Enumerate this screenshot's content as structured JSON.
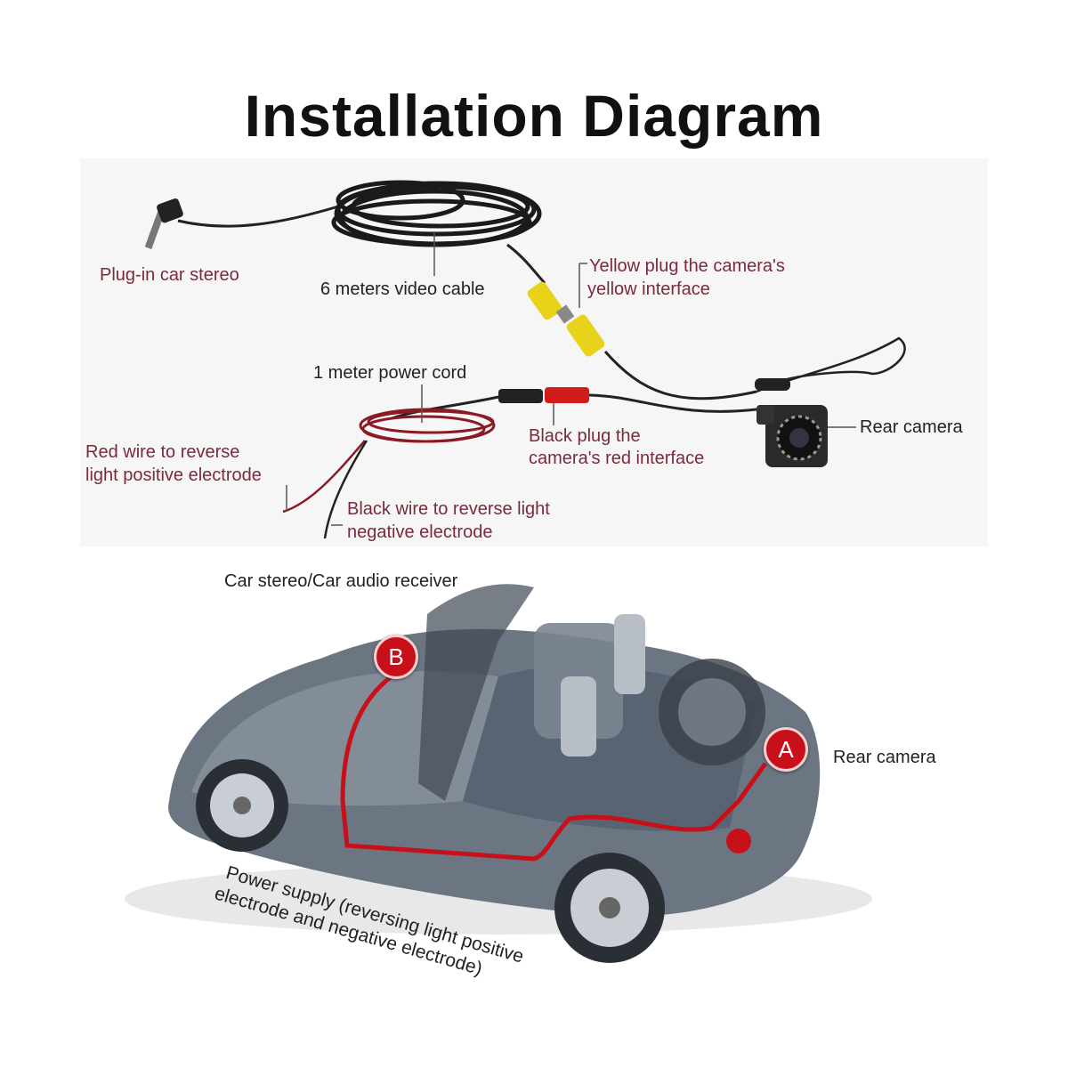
{
  "title": "Installation Diagram",
  "kit_panel": {
    "labels": {
      "plug_in_car_stereo": "Plug-in car stereo",
      "video_cable": "6 meters video cable",
      "yellow_plug_line1": "Yellow plug the camera's",
      "yellow_plug_line2": "yellow interface",
      "power_cord": "1 meter power cord",
      "black_plug_line1": "Black plug the",
      "black_plug_line2": "camera's red interface",
      "rear_camera": "Rear camera",
      "red_wire_line1": "Red wire to reverse",
      "red_wire_line2": "light positive electrode",
      "black_wire_line1": "Black wire to reverse light",
      "black_wire_line2": "negative electrode"
    }
  },
  "car_panel": {
    "car_stereo_label": "Car stereo/Car audio receiver",
    "rear_camera_label": "Rear camera",
    "badge_a": "A",
    "badge_b": "B",
    "power_supply_line1": "Power supply (reversing light positive",
    "power_supply_line2": "electrode and negative electrode)"
  },
  "colors": {
    "label_maroon": "#7a2b3a",
    "wire_red": "#c8101a",
    "plug_yellow": "#e8d21a",
    "panel_bg": "#f6f6f6"
  }
}
